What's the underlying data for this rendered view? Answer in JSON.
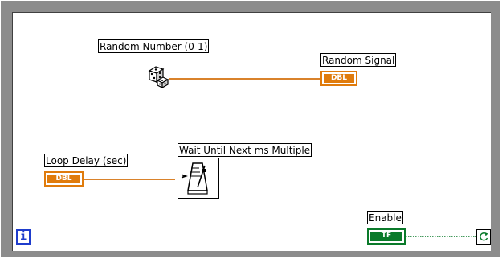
{
  "diagram": {
    "nodes": {
      "random_number": {
        "label": "Random Number (0-1)",
        "icon": "dice-icon"
      },
      "random_signal": {
        "label": "Random Signal",
        "terminal_type": "DBL"
      },
      "loop_delay": {
        "label": "Loop Delay (sec)",
        "terminal_type": "DBL"
      },
      "wait_until": {
        "label": "Wait Until Next ms Multiple",
        "icon": "metronome-icon"
      },
      "enable": {
        "label": "Enable",
        "terminal_type": "TF"
      }
    },
    "loop": {
      "iteration_terminal": "i",
      "condition_icon": "loop-condition-icon"
    },
    "colors": {
      "double_wire": "#d9822b",
      "boolean_wire": "#0a7a2a",
      "iteration": "#1e3ccc",
      "frame": "#8c8c8c"
    }
  }
}
